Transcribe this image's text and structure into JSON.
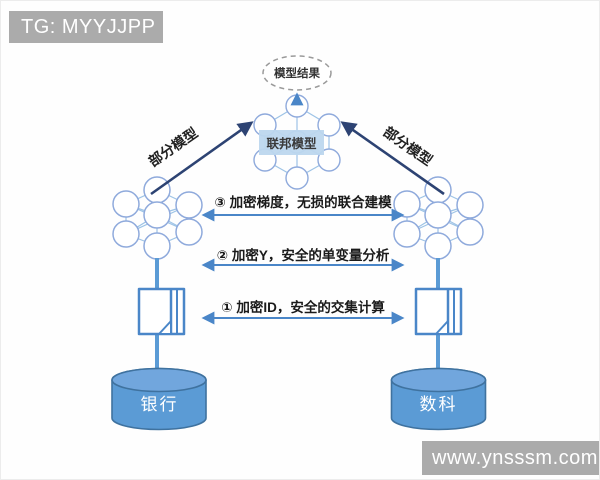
{
  "watermarks": {
    "top_left": "TG: MYYJJPP",
    "bottom_right": "www.ynsssm.com"
  },
  "diagram": {
    "result_node_label": "模型结果",
    "federated_model_label": "联邦模型",
    "left_branch_label": "部分模型",
    "right_branch_label": "部分模型",
    "steps": [
      {
        "label": "③ 加密梯度，无损的联合建模"
      },
      {
        "label": "② 加密Y，安全的单变量分析"
      },
      {
        "label": "① 加密ID，安全的交集计算"
      }
    ],
    "left_database_label": "银行",
    "right_database_label": "数科"
  },
  "colors": {
    "banner_bg": "#ababab",
    "accent_blue": "#4a86c8",
    "navy_arrow": "#2d4373",
    "node_stroke": "#8faadc",
    "edge_line": "#9dc3e6",
    "connector_blue": "#5b9bd5",
    "cylinder_fill": "#5b9bd5",
    "cylinder_top": "#71a6dd",
    "cylinder_stroke": "#3f729f",
    "label_box_bg": "#bdd7ee"
  }
}
